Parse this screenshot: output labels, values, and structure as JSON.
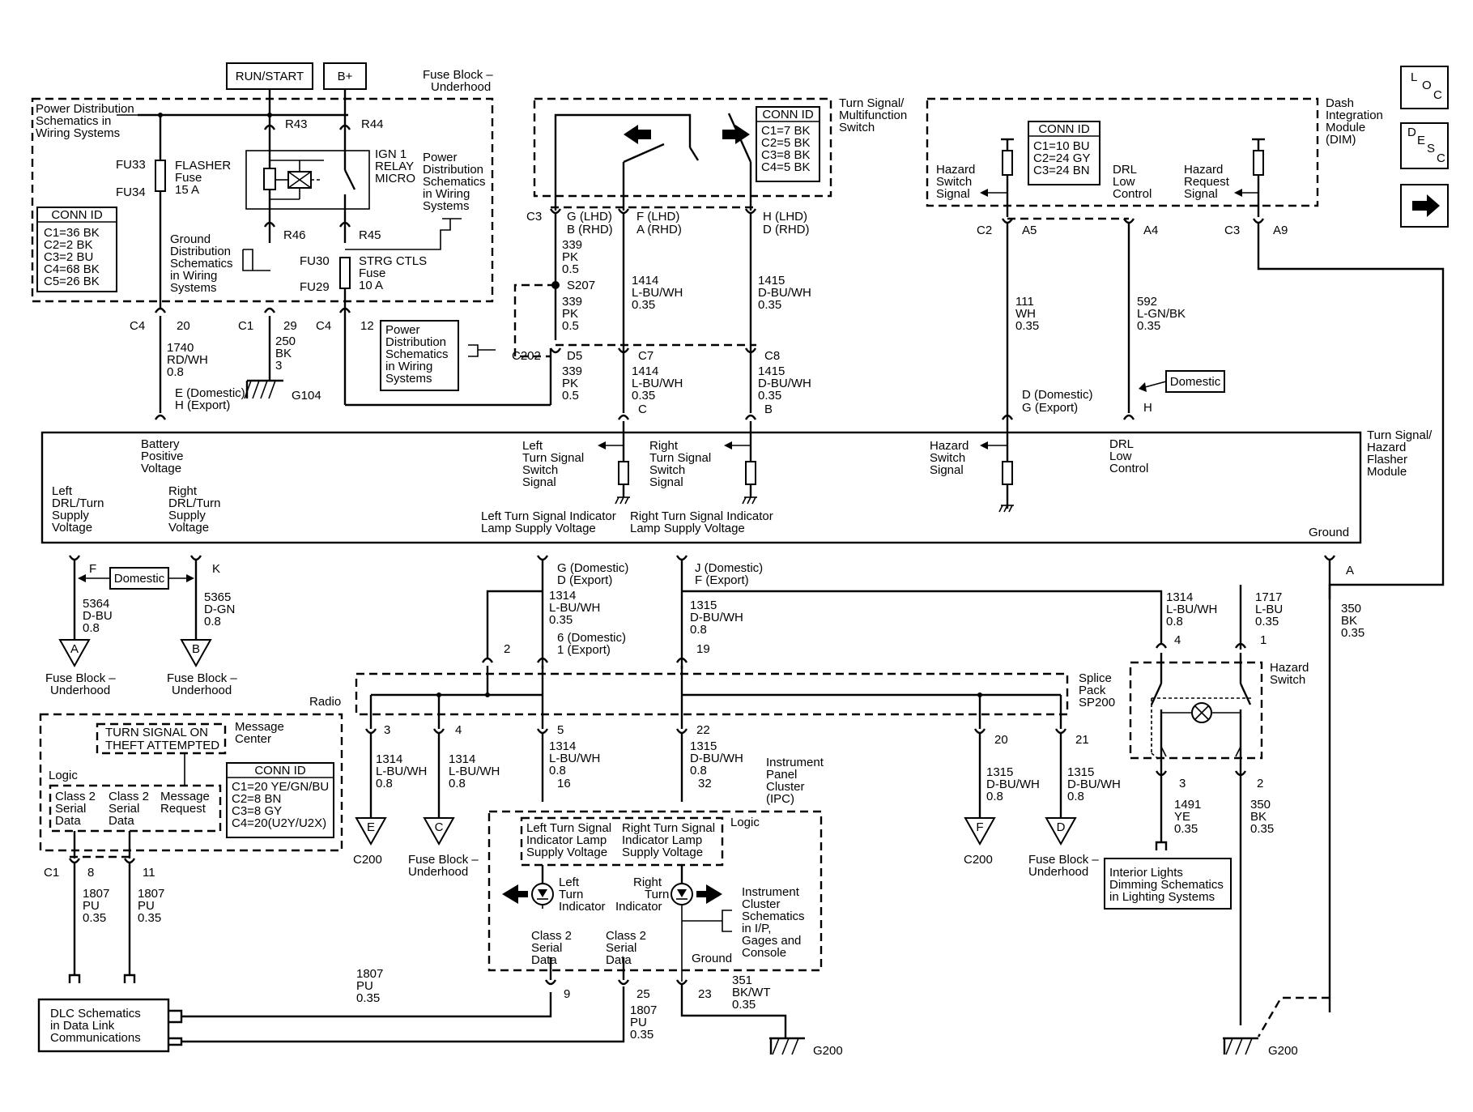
{
  "top": {
    "run_start": "RUN/START",
    "bplus": "B+"
  },
  "fuse_block": {
    "title": [
      "Fuse Block –",
      "Underhood"
    ],
    "power_dist": [
      "Power Distribution",
      "Schematics in",
      "Wiring Systems"
    ],
    "power_dist2": [
      "Power",
      "Distribution",
      "Schematics",
      "in Wiring",
      "Systems"
    ],
    "flasher": {
      "fu33": "FU33",
      "fu34": "FU34",
      "name": [
        "FLASHER",
        "Fuse",
        "15 A"
      ]
    },
    "r43": "R43",
    "r44": "R44",
    "r46": "R46",
    "r45": "R45",
    "relay": [
      "IGN 1",
      "RELAY",
      "MICRO"
    ],
    "strg": {
      "fu30": "FU30",
      "fu29": "FU29",
      "name": [
        "STRG CTLS",
        "Fuse",
        "10 A"
      ]
    },
    "ground_dist": [
      "Ground",
      "Distribution",
      "Schematics",
      "in Wiring",
      "Systems"
    ],
    "conn": {
      "title": "CONN ID",
      "rows": [
        "C1=36 BK",
        "C2=2 BK",
        "C3=2 BU",
        "C4=68 BK",
        "C5=26 BK"
      ]
    }
  },
  "pins_left": {
    "c4a": "C4",
    "p20": "20",
    "c1": "C1",
    "p29": "29",
    "c4b": "C4",
    "p12": "12",
    "w1740": [
      "1740",
      "RD/WH",
      "0.8"
    ],
    "w250": [
      "250",
      "BK",
      "3"
    ],
    "e_dom": [
      "E (Domestic)",
      "H (Export)"
    ],
    "g104": "G104"
  },
  "pd_box": [
    "Power",
    "Distribution",
    "Schematics",
    "in Wiring",
    "Systems"
  ],
  "switch": {
    "title": [
      "Turn Signal/",
      "Multifunction",
      "Switch"
    ],
    "conn": {
      "title": "CONN ID",
      "rows": [
        "C1=7 BK",
        "C2=5 BK",
        "C3=8 BK",
        "C4=5 BK"
      ]
    },
    "c3": "C3",
    "g_lhd": [
      "G (LHD)",
      "B (RHD)"
    ],
    "f_lhd": [
      "F (LHD)",
      "A (RHD)"
    ],
    "h_lhd": [
      "H (LHD)",
      "D (RHD)"
    ],
    "w339a": [
      "339",
      "PK",
      "0.5"
    ],
    "s207": "S207",
    "w339b": [
      "339",
      "PK",
      "0.5"
    ],
    "w1414a": [
      "1414",
      "L-BU/WH",
      "0.35"
    ],
    "w1415a": [
      "1415",
      "D-BU/WH",
      "0.35"
    ],
    "c202": "C202",
    "d5": "D5",
    "c7": "C7",
    "c8": "C8",
    "w339c": [
      "339",
      "PK",
      "0.5"
    ],
    "w1414b": [
      "1414",
      "L-BU/WH",
      "0.35"
    ],
    "w1415b": [
      "1415",
      "D-BU/WH",
      "0.35"
    ],
    "pc": "C",
    "pb": "B"
  },
  "dim": {
    "title": [
      "Dash",
      "Integration",
      "Module",
      "(DIM)"
    ],
    "conn": {
      "title": "CONN ID",
      "rows": [
        "C1=10 BU",
        "C2=24 GY",
        "C3=24 BN"
      ]
    },
    "hazard_sw": [
      "Hazard",
      "Switch",
      "Signal"
    ],
    "drl": [
      "DRL",
      "Low",
      "Control"
    ],
    "hazard_req": [
      "Hazard",
      "Request",
      "Signal"
    ],
    "c2": "C2",
    "a5": "A5",
    "a4": "A4",
    "c3": "C3",
    "a9": "A9",
    "w111": [
      "111",
      "WH",
      "0.35"
    ],
    "w592": [
      "592",
      "L-GN/BK",
      "0.35"
    ],
    "d_dom": [
      "D (Domestic)",
      "G (Export)"
    ],
    "h": "H",
    "domestic": "Domestic"
  },
  "side": {
    "loc": [
      "L",
      "O",
      "C"
    ],
    "desc": [
      "D",
      "E",
      "S",
      "C"
    ]
  },
  "flasher_module": {
    "title": [
      "Turn Signal/",
      "Hazard",
      "Flasher",
      "Module"
    ],
    "batt": [
      "Battery",
      "Positive",
      "Voltage"
    ],
    "left_turn_sw": [
      "Left",
      "Turn Signal",
      "Switch",
      "Signal"
    ],
    "right_turn_sw": [
      "Right",
      "Turn Signal",
      "Switch",
      "Signal"
    ],
    "hazard_sw": [
      "Hazard",
      "Switch",
      "Signal"
    ],
    "drl": [
      "DRL",
      "Low",
      "Control"
    ],
    "left_drl": [
      "Left",
      "DRL/Turn",
      "Supply",
      "Voltage"
    ],
    "right_drl": [
      "Right",
      "DRL/Turn",
      "Supply",
      "Voltage"
    ],
    "left_ind": [
      "Left Turn Signal Indicator",
      "Lamp Supply Voltage"
    ],
    "right_ind": [
      "Right Turn Signal Indicator",
      "Lamp Supply Voltage"
    ],
    "ground": "Ground"
  },
  "lower": {
    "f": "F",
    "k": "K",
    "domestic": "Domestic",
    "w5364": [
      "5364",
      "D-BU",
      "0.8"
    ],
    "w5365": [
      "5365",
      "D-GN",
      "0.8"
    ],
    "a": "A",
    "b": "B",
    "fuse_a": [
      "Fuse Block –",
      "Underhood"
    ],
    "fuse_b": [
      "Fuse Block –",
      "Underhood"
    ],
    "g_dom": [
      "G (Domestic)",
      "D (Export)"
    ],
    "j_dom": [
      "J (Domestic)",
      "F (Export)"
    ],
    "w1314a": [
      "1314",
      "L-BU/WH",
      "0.35"
    ],
    "w1315a": [
      "1315",
      "D-BU/WH",
      "0.8"
    ],
    "p6": [
      "6 (Domestic)",
      "1 (Export)"
    ],
    "p2": "2",
    "p19": "19",
    "w1314r": [
      "1314",
      "L-BU/WH",
      "0.8"
    ],
    "w1717": [
      "1717",
      "L-BU",
      "0.35"
    ],
    "w350a": [
      "350",
      "BK",
      "0.35"
    ],
    "pa": "A",
    "p4": "4",
    "p1": "1",
    "hazard_switch": [
      "Hazard",
      "Switch"
    ],
    "splice": [
      "Splice",
      "Pack",
      "SP200"
    ],
    "p3": "3",
    "p4b": "4",
    "p5": "5",
    "p22": "22",
    "p20": "20",
    "p21": "21",
    "w1314c": [
      "1314",
      "L-BU/WH",
      "0.8"
    ],
    "w1314d": [
      "1314",
      "L-BU/WH",
      "0.8"
    ],
    "w1314e": [
      "1314",
      "L-BU/WH",
      "0.8"
    ],
    "p16": "16",
    "w1315e": [
      "1315",
      "D-BU/WH",
      "0.8"
    ],
    "p32": "32",
    "w1315f": [
      "1315",
      "D-BU/WH",
      "0.8"
    ],
    "w1315g": [
      "1315",
      "D-BU/WH",
      "0.8"
    ],
    "e": "E",
    "c": "C",
    "fl": "F",
    "d": "D",
    "c200a": "C200",
    "fuse_c": [
      "Fuse Block –",
      "Underhood"
    ],
    "c200b": "C200",
    "fuse_d": [
      "Fuse Block –",
      "Underhood"
    ],
    "p3h": "3",
    "p2h": "2",
    "w1491": [
      "1491",
      "YE",
      "0.35"
    ],
    "w350b": [
      "350",
      "BK",
      "0.35"
    ],
    "interior": [
      "Interior Lights",
      "Dimming Schematics",
      "in Lighting Systems"
    ]
  },
  "radio": {
    "title": "Radio",
    "message_center": [
      "Message",
      "Center"
    ],
    "msg_box": [
      "TURN SIGNAL ON",
      "THEFT ATTEMPTED"
    ],
    "logic": "Logic",
    "class2a": [
      "Class 2",
      "Serial",
      "Data"
    ],
    "class2b": [
      "Class 2",
      "Serial",
      "Data"
    ],
    "msg_req": [
      "Message",
      "Request"
    ],
    "conn": {
      "title": "CONN ID",
      "rows": [
        "C1=20 YE/GN/BU",
        "C2=8 BN",
        "C3=8 GY",
        "C4=20(U2Y/U2X)"
      ]
    },
    "c1": "C1",
    "p8": "8",
    "p11": "11",
    "w1807a": [
      "1807",
      "PU",
      "0.35"
    ],
    "w1807b": [
      "1807",
      "PU",
      "0.35"
    ]
  },
  "ipc": {
    "title": [
      "Instrument",
      "Panel",
      "Cluster",
      "(IPC)"
    ],
    "logic": "Logic",
    "left_ind": [
      "Left Turn Signal",
      "Indicator Lamp",
      "Supply Voltage"
    ],
    "right_ind": [
      "Right Turn Signal",
      "Indicator Lamp",
      "Supply Voltage"
    ],
    "left_turn": [
      "Left",
      "Turn",
      "Indicator"
    ],
    "right_turn": [
      "Right",
      "Turn",
      "Indicator"
    ],
    "ic_schem": [
      "Instrument",
      "Cluster",
      "Schematics",
      "in I/P,",
      "Gages and",
      "Console"
    ],
    "class2a": [
      "Class 2",
      "Serial",
      "Data"
    ],
    "class2b": [
      "Class 2",
      "Serial",
      "Data"
    ],
    "ground": "Ground",
    "p9": "9",
    "p25": "25",
    "p23": "23",
    "w1807c": [
      "1807",
      "PU",
      "0.35"
    ],
    "w1807d": [
      "1807",
      "PU",
      "0.35"
    ],
    "w351": [
      "351",
      "BK/WT",
      "0.35"
    ],
    "g200a": "G200",
    "g200b": "G200"
  },
  "dlc": [
    "DLC Schematics",
    "in Data Link",
    "Communications"
  ]
}
